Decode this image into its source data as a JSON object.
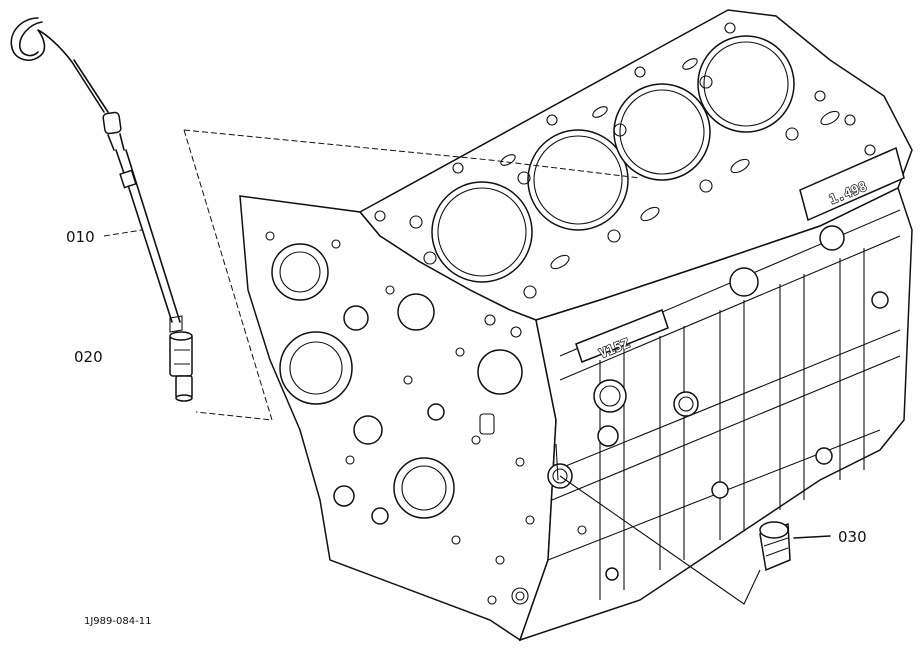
{
  "diagram": {
    "callouts": [
      {
        "id": "010"
      },
      {
        "id": "020"
      },
      {
        "id": "030"
      }
    ],
    "block_marks": {
      "side_mark": "V15Z",
      "top_mark": "1.498"
    },
    "figure_code": "1J989-084-11"
  }
}
